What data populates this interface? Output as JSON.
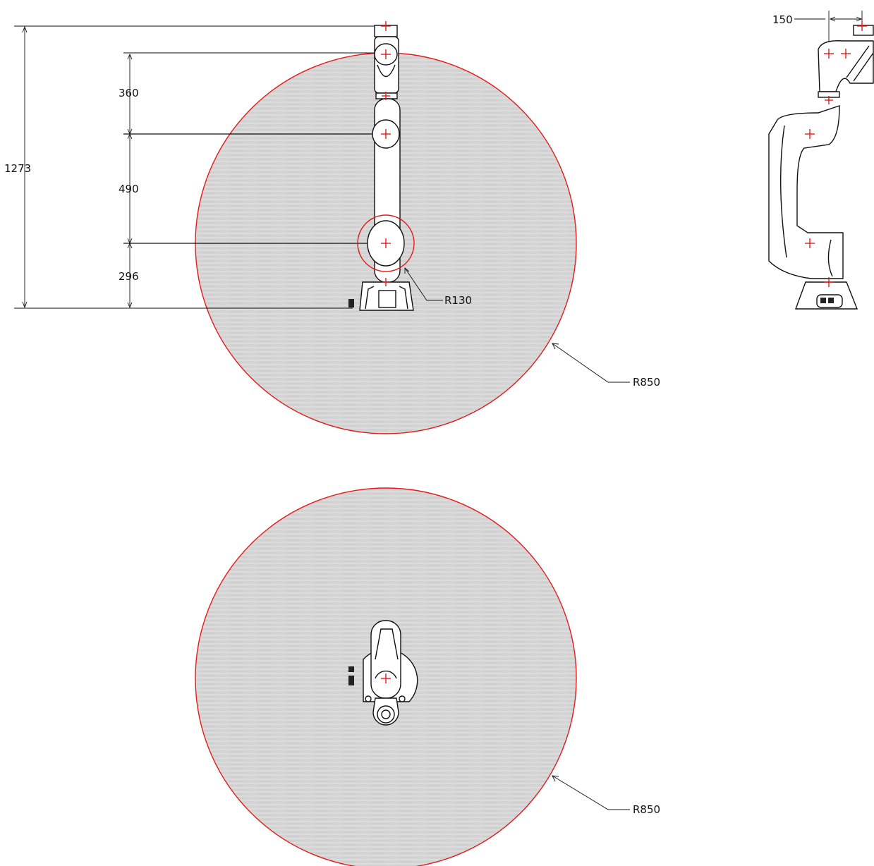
{
  "colors": {
    "envelope_stroke": "#e31b1b",
    "envelope_fill": "#d6d6d6",
    "line": "#111111",
    "center_mark": "#e31b1b"
  },
  "front_view": {
    "overall_height": "1273",
    "segments": [
      "360",
      "490",
      "296"
    ],
    "joint_radius": "R130",
    "reach_radius": "R850"
  },
  "top_view": {
    "reach_radius": "R850"
  },
  "side_view": {
    "offset": "150"
  }
}
